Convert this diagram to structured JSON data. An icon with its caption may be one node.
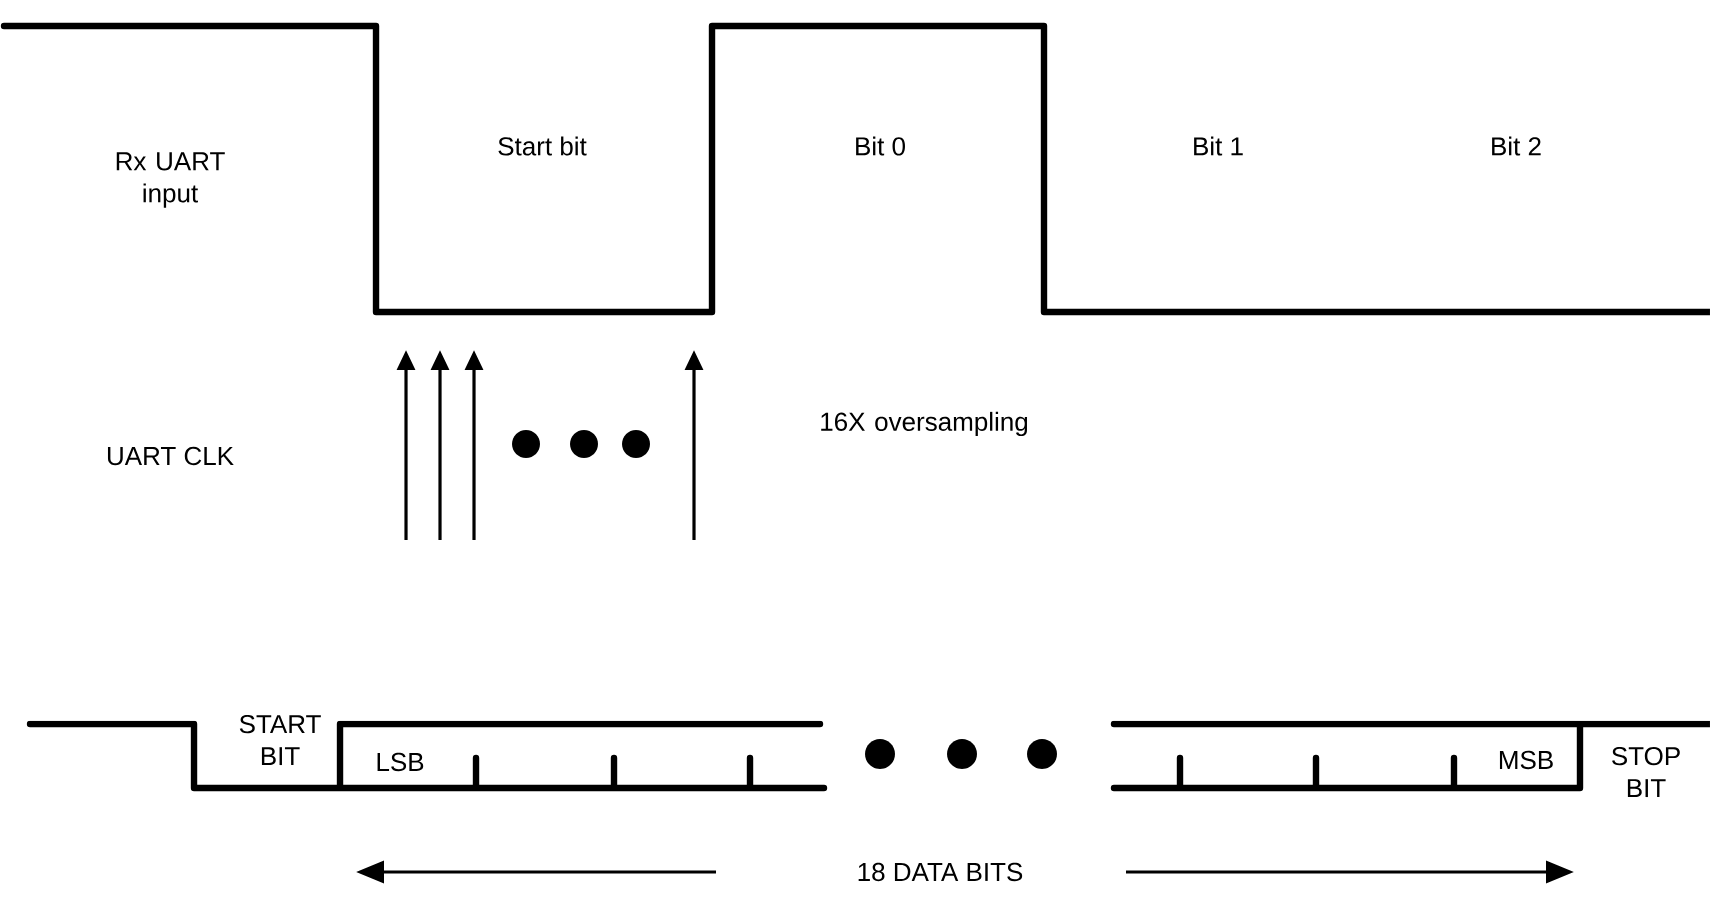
{
  "diagram": {
    "labels": [
      "Rx UART input",
      "Start bit",
      "Bit 0",
      "Bit 1",
      "Bit 2",
      "UART CLK",
      "16X oversampling",
      "START BIT",
      "LSB",
      "MSB",
      "STOP BIT",
      "18 DATA BITS"
    ]
  }
}
